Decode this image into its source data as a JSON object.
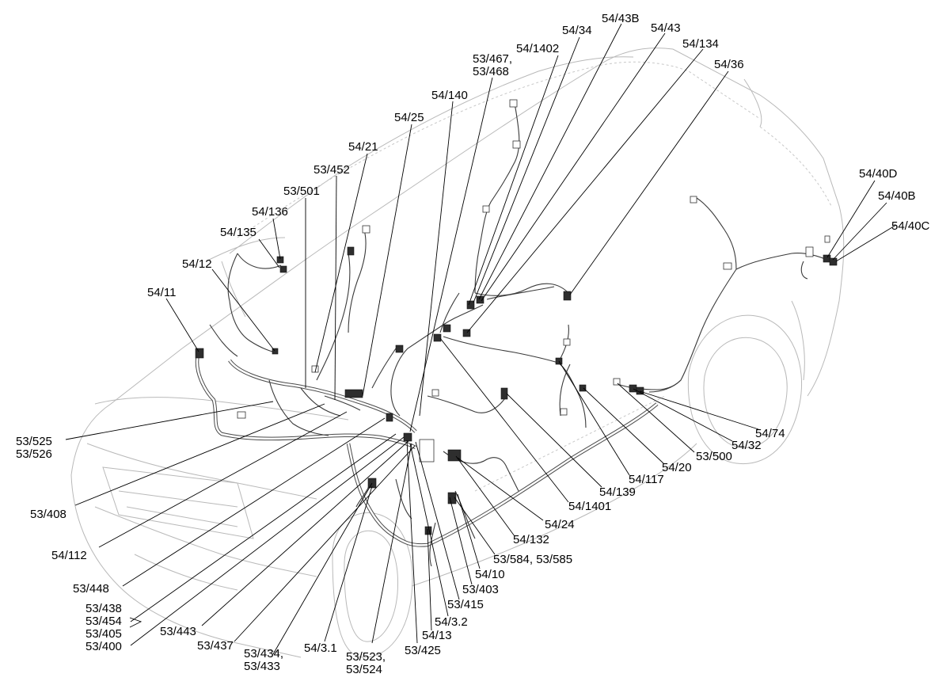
{
  "callouts": [
    {
      "key": "c1",
      "lines": [
        "54/34"
      ]
    },
    {
      "key": "c2",
      "lines": [
        "54/43B"
      ]
    },
    {
      "key": "c3",
      "lines": [
        "54/43"
      ]
    },
    {
      "key": "c4",
      "lines": [
        "54/134"
      ]
    },
    {
      "key": "c5",
      "lines": [
        "54/36"
      ]
    },
    {
      "key": "c6",
      "lines": [
        "54/1402"
      ]
    },
    {
      "key": "c7",
      "lines": [
        "53/467,",
        "53/468"
      ]
    },
    {
      "key": "c8",
      "lines": [
        "54/140"
      ]
    },
    {
      "key": "c9",
      "lines": [
        "54/25"
      ]
    },
    {
      "key": "c10",
      "lines": [
        "54/21"
      ]
    },
    {
      "key": "c11",
      "lines": [
        "53/452"
      ]
    },
    {
      "key": "c12",
      "lines": [
        "53/501"
      ]
    },
    {
      "key": "c13",
      "lines": [
        "54/136"
      ]
    },
    {
      "key": "c14",
      "lines": [
        "54/135"
      ]
    },
    {
      "key": "c15",
      "lines": [
        "54/12"
      ]
    },
    {
      "key": "c16",
      "lines": [
        "54/11"
      ]
    },
    {
      "key": "c17",
      "lines": [
        "54/40D"
      ]
    },
    {
      "key": "c18",
      "lines": [
        "54/40B"
      ]
    },
    {
      "key": "c19",
      "lines": [
        "54/40C"
      ]
    },
    {
      "key": "c20",
      "lines": [
        "53/525",
        "53/526"
      ]
    },
    {
      "key": "c21",
      "lines": [
        "53/408"
      ]
    },
    {
      "key": "c22",
      "lines": [
        "54/112"
      ]
    },
    {
      "key": "c23",
      "lines": [
        "53/448"
      ]
    },
    {
      "key": "c24",
      "lines": [
        "53/438",
        "53/454",
        "53/405",
        "53/400"
      ]
    },
    {
      "key": "c25",
      "lines": [
        "53/443"
      ]
    },
    {
      "key": "c26",
      "lines": [
        "53/437"
      ]
    },
    {
      "key": "c27",
      "lines": [
        "53/434,",
        "53/433"
      ]
    },
    {
      "key": "c28",
      "lines": [
        "54/3.1"
      ]
    },
    {
      "key": "c29",
      "lines": [
        "53/523,",
        "53/524"
      ]
    },
    {
      "key": "c30",
      "lines": [
        "53/425"
      ]
    },
    {
      "key": "c31",
      "lines": [
        "54/13"
      ]
    },
    {
      "key": "c32",
      "lines": [
        "54/3.2"
      ]
    },
    {
      "key": "c33",
      "lines": [
        "53/415"
      ]
    },
    {
      "key": "c34",
      "lines": [
        "53/403"
      ]
    },
    {
      "key": "c35",
      "lines": [
        "54/10"
      ]
    },
    {
      "key": "c36",
      "lines": [
        "53/584, 53/585"
      ]
    },
    {
      "key": "c37",
      "lines": [
        "54/132"
      ]
    },
    {
      "key": "c38",
      "lines": [
        "54/24"
      ]
    },
    {
      "key": "c39",
      "lines": [
        "54/1401"
      ]
    },
    {
      "key": "c40",
      "lines": [
        "54/139"
      ]
    },
    {
      "key": "c41",
      "lines": [
        "54/117"
      ]
    },
    {
      "key": "c42",
      "lines": [
        "54/20"
      ]
    },
    {
      "key": "c43",
      "lines": [
        "53/500"
      ]
    },
    {
      "key": "c44",
      "lines": [
        "54/32"
      ]
    },
    {
      "key": "c45",
      "lines": [
        "54/74"
      ]
    }
  ]
}
